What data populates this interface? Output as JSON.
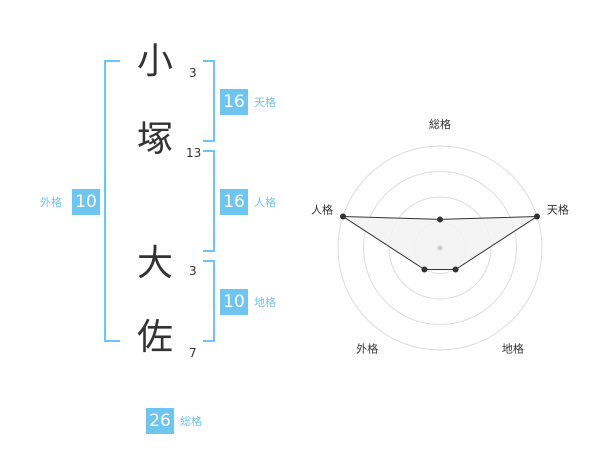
{
  "name": {
    "chars": [
      {
        "char": "小",
        "strokes": "3"
      },
      {
        "char": "塚",
        "strokes": "13"
      },
      {
        "char": "大",
        "strokes": "3"
      },
      {
        "char": "佐",
        "strokes": "7"
      }
    ]
  },
  "kaku": {
    "ten": {
      "value": "16",
      "label": "天格"
    },
    "jin": {
      "value": "16",
      "label": "人格"
    },
    "chi": {
      "value": "10",
      "label": "地格"
    },
    "gai": {
      "value": "10",
      "label": "外格"
    },
    "sou": {
      "value": "26",
      "label": "総格"
    }
  },
  "colors": {
    "accent": "#6ec6f0",
    "text": "#333333",
    "ring": "#dddddd",
    "polygon_fill": "#f2f2f2",
    "polygon_stroke": "#333333"
  },
  "chart_data": {
    "type": "radar",
    "axes": [
      "総格",
      "天格",
      "地格",
      "外格",
      "人格"
    ],
    "values": [
      0.28,
      1.0,
      0.26,
      0.26,
      1.0
    ],
    "rings": 4,
    "range": [
      0,
      1
    ]
  }
}
